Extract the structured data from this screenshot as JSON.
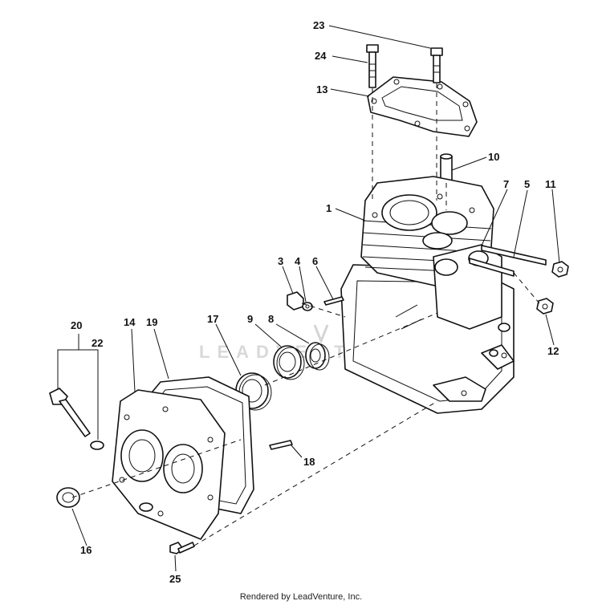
{
  "diagram": {
    "watermark_text": "LEADVENTURE",
    "credit_text": "Rendered by LeadVenture, Inc.",
    "callouts": [
      {
        "id": "23",
        "text": "23"
      },
      {
        "id": "24",
        "text": "24"
      },
      {
        "id": "13",
        "text": "13"
      },
      {
        "id": "10",
        "text": "10"
      },
      {
        "id": "1",
        "text": "1"
      },
      {
        "id": "7",
        "text": "7"
      },
      {
        "id": "5",
        "text": "5"
      },
      {
        "id": "11",
        "text": "11"
      },
      {
        "id": "3",
        "text": "3"
      },
      {
        "id": "4",
        "text": "4"
      },
      {
        "id": "6",
        "text": "6"
      },
      {
        "id": "12",
        "text": "12"
      },
      {
        "id": "20",
        "text": "20"
      },
      {
        "id": "14",
        "text": "14"
      },
      {
        "id": "19",
        "text": "19"
      },
      {
        "id": "17",
        "text": "17"
      },
      {
        "id": "9",
        "text": "9"
      },
      {
        "id": "8",
        "text": "8"
      },
      {
        "id": "22",
        "text": "22"
      },
      {
        "id": "18",
        "text": "18"
      },
      {
        "id": "16",
        "text": "16"
      },
      {
        "id": "25",
        "text": "25"
      }
    ]
  }
}
